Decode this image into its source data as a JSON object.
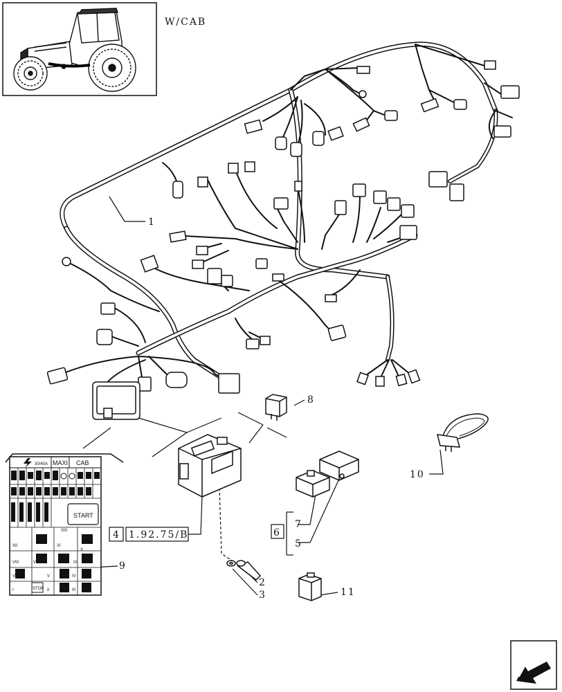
{
  "header": {
    "variant_label": "W/CAB"
  },
  "callouts": {
    "c1": "1",
    "c2": "2",
    "c3": "3",
    "c4": "4",
    "c5": "5",
    "c6": "6",
    "c7": "7",
    "c8": "8",
    "c9": "9",
    "c10": "10",
    "c11": "11"
  },
  "reference": {
    "code": "1.92.75/B"
  },
  "fuse_panel": {
    "maxi": "MAXI",
    "cab": "CAB",
    "start": "START",
    "stop": "STOP",
    "rating": "30/40A",
    "row_numerals": [
      "XII",
      "XI",
      "X",
      "VIII",
      "VII",
      "IX",
      "VI",
      "V",
      "IV",
      "I",
      "II",
      "III",
      "XIII"
    ]
  },
  "colors": {
    "line": "#111111",
    "background": "#ffffff"
  },
  "icons": {
    "nav": "arrow-down-left-icon",
    "vehicle": "tractor-icon"
  }
}
